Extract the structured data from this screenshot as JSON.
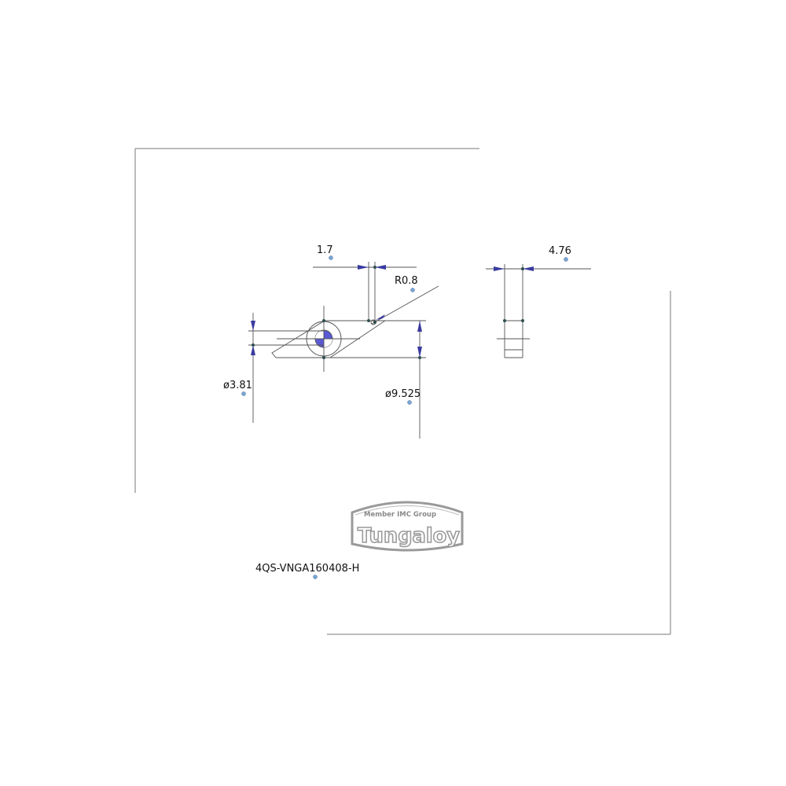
{
  "colors": {
    "line": "#555555",
    "frame": "#777777",
    "arrow": "#3a3aa0",
    "node": "#2f4f4f",
    "hole_fill": "#5a5ad6",
    "label_dot": "#7aa6d6",
    "logo": "#9a9a9a"
  },
  "dimensions": {
    "top_width": "1.7",
    "radius": "R0.8",
    "thickness": "4.76",
    "hole_diameter": "ø3.81",
    "inscribed_circle": "ø9.525"
  },
  "part_number": "4QS-VNGA160408-H",
  "logo": {
    "brand": "Tungaloy",
    "tagline": "Member IMC Group",
    "icon": "tungaloy-logo"
  }
}
